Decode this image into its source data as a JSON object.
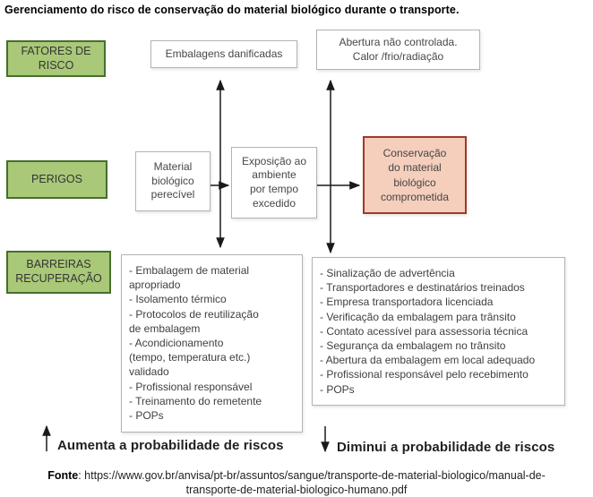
{
  "title": "Gerenciamento do risco de conservação do material biológico durante o transporte.",
  "row_labels": {
    "fatores_de_risco": "FATORES DE\nRISCO",
    "perigos": "PERIGOS",
    "barreiras_recuperacao": "BARREIRAS\nRECUPERAÇÃO"
  },
  "risk_factors": {
    "embalagens_danificadas": "Embalagens danificadas",
    "abertura_nao_controlada": "Abertura não controlada.\nCalor /frio/radiação"
  },
  "hazard_flow": {
    "material_biologico": "Material\nbiológico\nperecível",
    "exposicao_ambiente": "Exposição ao\nambiente\npor tempo\nexcedido",
    "conservacao_comprometida": "Conservação\ndo material\nbiológico\ncomprometida"
  },
  "barriers_left": {
    "items": [
      "- Embalagem de material\napropriado",
      "- Isolamento térmico",
      "- Protocolos de reutilização\nde embalagem",
      "- Acondicionamento\n(tempo, temperatura etc.)\nvalidado",
      "- Profissional responsável",
      "- Treinamento do remetente",
      "- POPs"
    ]
  },
  "barriers_right": {
    "items": [
      "- Sinalização de advertência",
      "- Transportadores e destinatários treinados",
      "- Empresa transportadora licenciada",
      "- Verificação da embalagem para trânsito",
      "- Contato acessível para assessoria técnica",
      "- Segurança da embalagem no trânsito",
      "- Abertura da embalagem em local adequado",
      "- Profissional responsável pelo recebimento",
      "- POPs"
    ]
  },
  "legend": {
    "aumenta": "Aumenta a probabilidade de riscos",
    "diminui": "Diminui a probabilidade de riscos"
  },
  "footer": {
    "label": "Fonte",
    "text": ": https://www.gov.br/anvisa/pt-br/assuntos/sangue/transporte-de-material-biologico/manual-de-\ntransporte-de-material-biologico-humano.pdf"
  },
  "colors": {
    "green_fill": "#a9c878",
    "green_border": "#456f2e",
    "pink_fill": "#f5cebc",
    "pink_border": "#9e3a2c",
    "box_border": "#b3b3b3",
    "arrow": "#1a1a1a"
  }
}
